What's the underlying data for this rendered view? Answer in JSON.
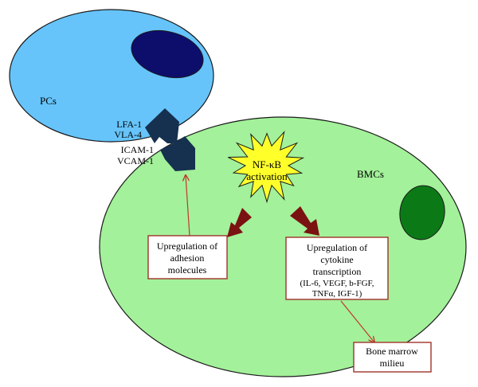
{
  "cells": {
    "pc_label": "PCs",
    "bmc_label": "BMCs"
  },
  "molecules": {
    "pc_side": [
      "LFA-1",
      "VLA-4"
    ],
    "bmc_side": [
      "ICAM-1",
      "VCAM-1"
    ]
  },
  "nfkb": {
    "line1": "NF-κB",
    "line2": "activation"
  },
  "boxes": {
    "adhesion": [
      "Upregulation of",
      "adhesion",
      "molecules"
    ],
    "cytokine": [
      "Upregulation of",
      "cytokine",
      "transcription",
      "(IL-6, VEGF, b-FGF,",
      "TNFα, IGF-1)"
    ],
    "milieu": [
      "Bone marrow",
      "milieu"
    ]
  },
  "colors": {
    "pc_cell": "#66c4fa",
    "pc_nucleus": "#0d0d6b",
    "bmc_cell": "#a3f19a",
    "bmc_nucleus": "#0b7a16",
    "receptor": "#16304f",
    "starburst": "#ffff2a",
    "arrow_dark": "#7b1212",
    "arrow_thin": "#c0392b",
    "box_border": "#a0322c"
  }
}
